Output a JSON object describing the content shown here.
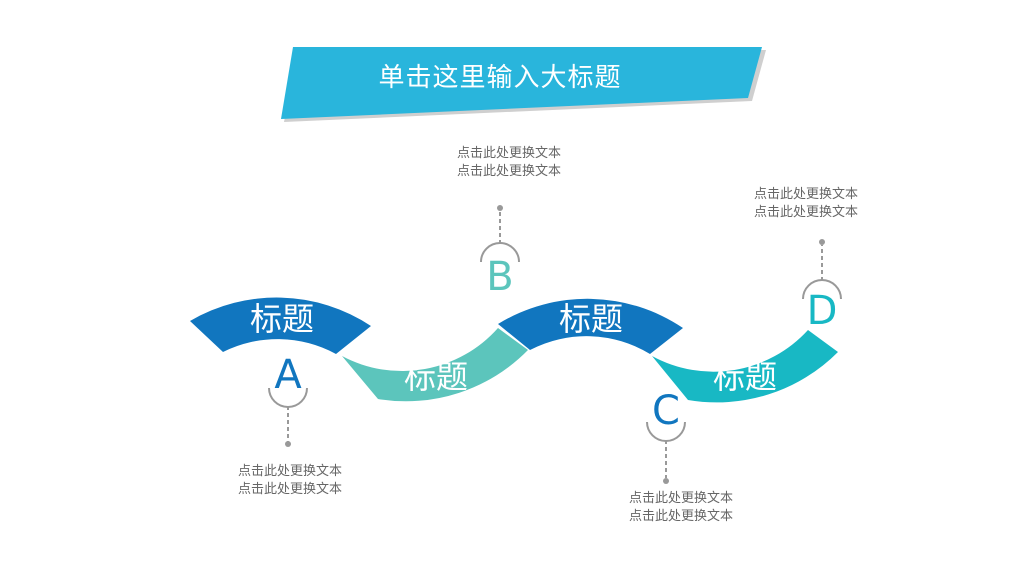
{
  "title": "单击这里输入大标题",
  "colors": {
    "banner": "#29b5dc",
    "banner_shadow": "#c8c8c8",
    "segment_dark_blue": "#1176bf",
    "segment_teal": "#5cc5bc",
    "segment_cyan": "#18b8c4",
    "connector_gray": "#999999"
  },
  "segments": [
    {
      "label": "标题"
    },
    {
      "label": "标题"
    },
    {
      "label": "标题"
    },
    {
      "label": "标题"
    }
  ],
  "markers": [
    {
      "letter": "A",
      "color": "#1176bf",
      "caption": [
        "点击此处更换文本",
        "点击此处更换文本"
      ]
    },
    {
      "letter": "B",
      "color": "#5cc5bc",
      "caption": [
        "点击此处更换文本",
        "点击此处更换文本"
      ]
    },
    {
      "letter": "C",
      "color": "#1176bf",
      "caption": [
        "点击此处更换文本",
        "点击此处更换文本"
      ]
    },
    {
      "letter": "D",
      "color": "#18b8c4",
      "caption": [
        "点击此处更换文本",
        "点击此处更换文本"
      ]
    }
  ]
}
